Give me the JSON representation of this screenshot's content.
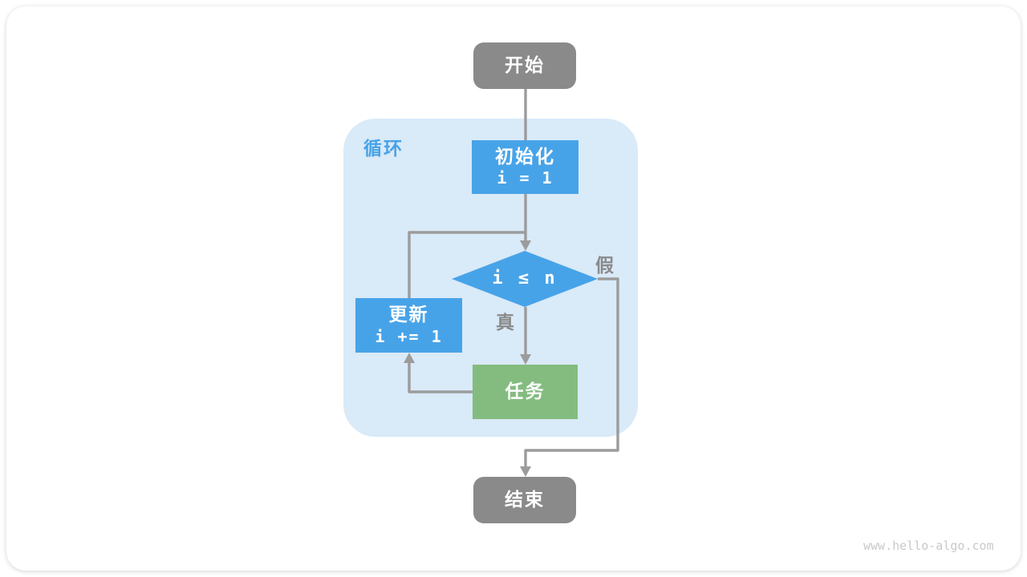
{
  "page": {
    "watermark": "www.hello-algo.com"
  },
  "flowchart": {
    "nodes": {
      "start": {
        "label": "开始"
      },
      "loop_region": {
        "label": "循环"
      },
      "init": {
        "title": "初始化",
        "code": "i = 1"
      },
      "condition": {
        "label": "i ≤ n"
      },
      "update": {
        "title": "更新",
        "code": "i += 1"
      },
      "task": {
        "label": "任务"
      },
      "end": {
        "label": "结束"
      }
    },
    "edge_labels": {
      "true_branch": "真",
      "false_branch": "假"
    },
    "colors": {
      "terminal_gray": "#8a8a8a",
      "process_blue": "#47a3e8",
      "task_green": "#84bc80",
      "loop_background": "#d9eaf8",
      "loop_label_blue": "#47a3e8",
      "connector_gray": "#9c9c9c",
      "edge_label_gray": "#8a8a8a",
      "watermark_gray": "#c9c9c9"
    }
  }
}
